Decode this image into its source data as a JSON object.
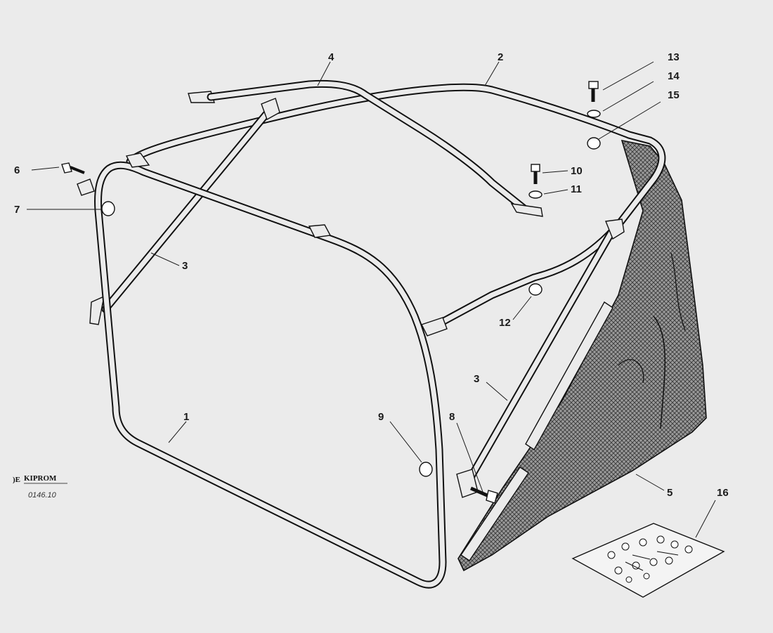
{
  "diagram": {
    "callouts": [
      {
        "id": "c1",
        "text": "1"
      },
      {
        "id": "c2",
        "text": "2"
      },
      {
        "id": "c3a",
        "text": "3"
      },
      {
        "id": "c3b",
        "text": "3"
      },
      {
        "id": "c4",
        "text": "4"
      },
      {
        "id": "c5",
        "text": "5"
      },
      {
        "id": "c6",
        "text": "6"
      },
      {
        "id": "c7",
        "text": "7"
      },
      {
        "id": "c8",
        "text": "8"
      },
      {
        "id": "c9",
        "text": "9"
      },
      {
        "id": "c10",
        "text": "10"
      },
      {
        "id": "c11",
        "text": "11"
      },
      {
        "id": "c12",
        "text": "12"
      },
      {
        "id": "c13",
        "text": "13"
      },
      {
        "id": "c14",
        "text": "14"
      },
      {
        "id": "c15",
        "text": "15"
      },
      {
        "id": "c16",
        "text": "16"
      }
    ],
    "logo": {
      "brand": "KIPROM",
      "code": "0146.10"
    },
    "colors": {
      "background": "#ebebeb",
      "ink": "#111111",
      "mesh": "#6a6a6a"
    }
  }
}
